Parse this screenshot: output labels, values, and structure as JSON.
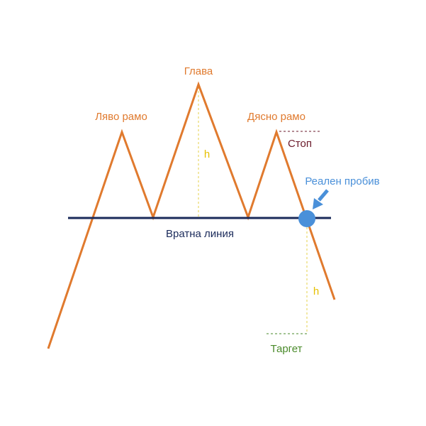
{
  "labels": {
    "head": "Глава",
    "left_shoulder": "Ляво рамо",
    "right_shoulder": "Дясно рамо",
    "stop": "Стоп",
    "real_breakout": "Реален пробив",
    "neckline": "Вратна линия",
    "height_head": "h",
    "height_target": "h",
    "target": "Таргет"
  },
  "colors": {
    "price_line": "#e07a2e",
    "neckline": "#1a2a5a",
    "dashed": "#e6d24a",
    "stop": "#6a1a2a",
    "breakout": "#4a90d9",
    "target": "#4a8a2a",
    "head_text": "#e07a2e"
  }
}
